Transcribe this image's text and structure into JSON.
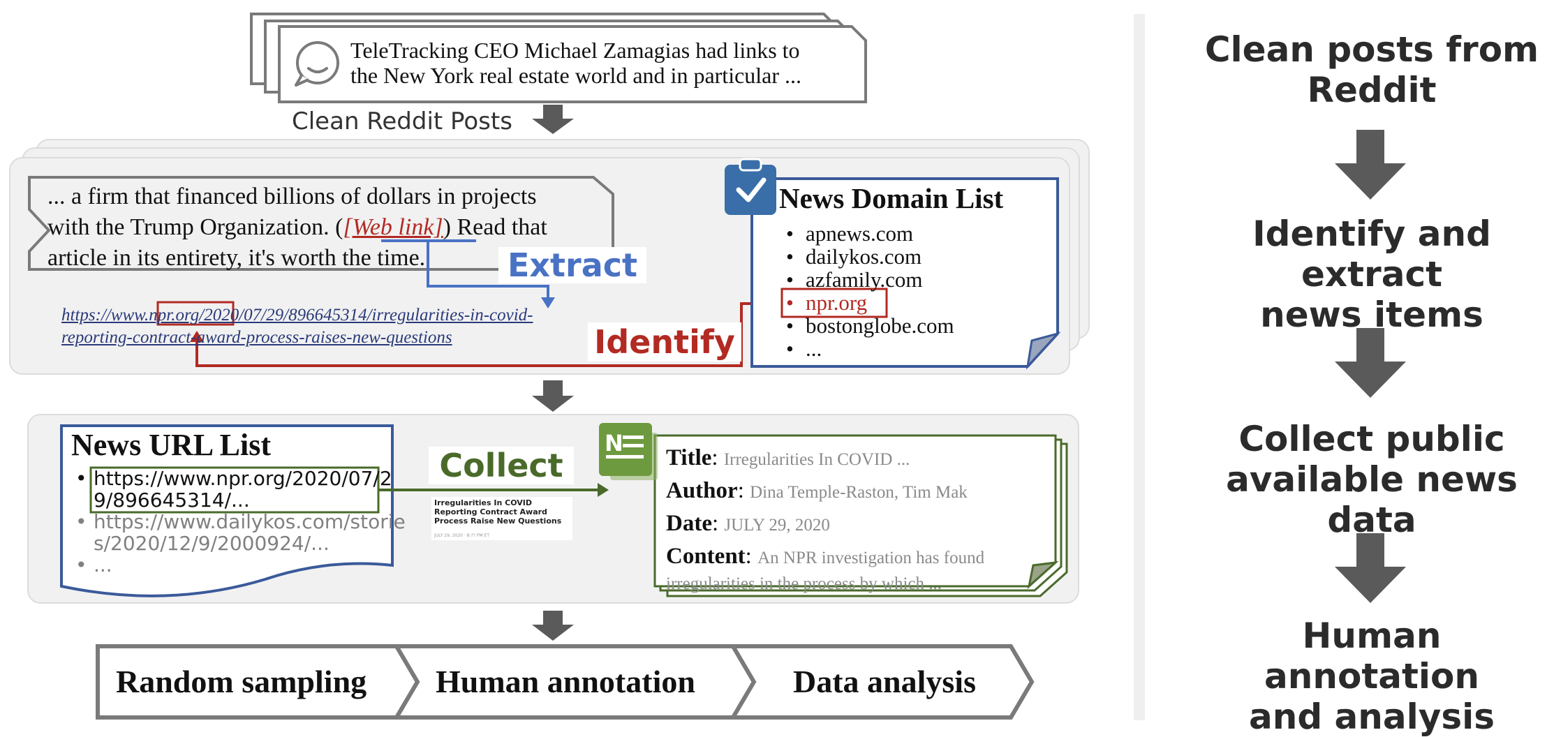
{
  "post": {
    "line1": "TeleTracking CEO Michael Zamagias had links to",
    "line2": "the New York real estate world and in particular ..."
  },
  "step_clean_label": "Clean Reddit Posts",
  "excerpt": {
    "line1": "... a firm that financed billions of dollars in projects",
    "line2_a": "with the Trump Organization. (",
    "line2_link": "[Web link]",
    "line2_b": ") Read that",
    "line3": "article in its entirety, it's worth the time."
  },
  "url": {
    "prefix": "https://www.",
    "domain": "npr.org",
    "rest_line1": "/2020/07/29/896645314/irregularities-in-covid-",
    "line2": "reporting-contract-award-process-raises-new-questions"
  },
  "extract_label": "Extract",
  "identify_label": "Identify",
  "domain_list": {
    "title": "News Domain List",
    "items": [
      "apnews.com",
      "dailykos.com",
      "azfamily.com",
      "npr.org",
      "bostonglobe.com",
      "..."
    ]
  },
  "url_list": {
    "title": "News URL List",
    "item1_l1": "https://www.npr.org/2020/07/2",
    "item1_l2": "9/896645314/...",
    "item2_l1": "https://www.dailykos.com/storie",
    "item2_l2": "s/2020/12/9/2000924/...",
    "item3": "..."
  },
  "collect_label": "Collect",
  "thumbnail": {
    "headline": "Irregularities In COVID Reporting Contract Award Process Raise New Questions",
    "date": "JULY 29, 2020 · 8:?? PM ET"
  },
  "news_card": {
    "title_key": "Title",
    "title_val": "Irregularities In COVID ...",
    "author_key": "Author",
    "author_val": "Dina Temple-Raston, Tim Mak",
    "date_key": "Date",
    "date_val": "JULY 29, 2020",
    "content_key": "Content",
    "content_val1": "An NPR investigation has found",
    "content_val2": "irregularities in the process by which ..."
  },
  "bottom_steps": [
    "Random sampling",
    "Human annotation",
    "Data analysis"
  ],
  "right_steps": [
    {
      "l1": "Clean posts from",
      "l2": "Reddit"
    },
    {
      "l1": "Identify and extract",
      "l2": "news items"
    },
    {
      "l1": "Collect public",
      "l2": "available news data"
    },
    {
      "l1": "Human annotation",
      "l2": "and analysis"
    }
  ],
  "colors": {
    "blue": "#3a5a9a",
    "red": "#b22a22",
    "green": "#4a6a2a",
    "gray_arrow": "#5a5a5a",
    "panel": "#f1f1f1"
  }
}
